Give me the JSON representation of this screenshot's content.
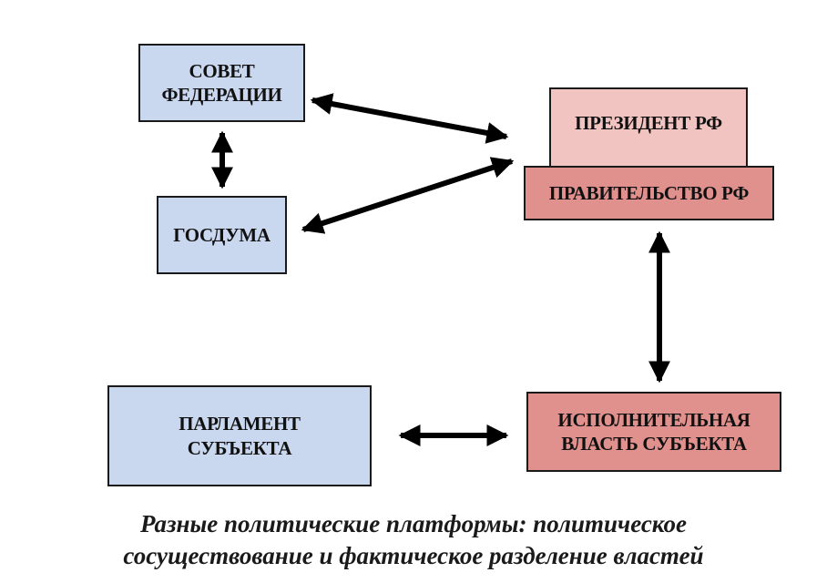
{
  "nodes": {
    "sovet": [
      "СОВЕТ",
      "ФЕДЕРАЦИИ"
    ],
    "gosduma": [
      "ГОСДУМА"
    ],
    "president": [
      "ПРЕЗИДЕНТ РФ"
    ],
    "pravitelstvo": [
      "ПРАВИТЕЛЬСТВО РФ"
    ],
    "parlament": [
      "ПАРЛАМЕНТ",
      "СУБЪЕКТА"
    ],
    "ispoln": [
      "ИСПОЛНИТЕЛЬНАЯ",
      "ВЛАСТЬ СУБЪЕКТА"
    ]
  },
  "edges": [
    {
      "from": "sovet",
      "to": "president",
      "direction": "both"
    },
    {
      "from": "gosduma",
      "to": "president",
      "direction": "both"
    },
    {
      "from": "sovet",
      "to": "gosduma",
      "direction": "both"
    },
    {
      "from": "pravitelstvo",
      "to": "ispoln",
      "direction": "both"
    },
    {
      "from": "parlament",
      "to": "ispoln",
      "direction": "both"
    }
  ],
  "colors": {
    "legislative": "#c9d7ef",
    "president": "#f1c4c1",
    "executive": "#e0908d",
    "arrow": "#000000"
  },
  "caption": [
    "Разные политические платформы: политическое",
    "сосуществование и фактическое разделение властей"
  ]
}
